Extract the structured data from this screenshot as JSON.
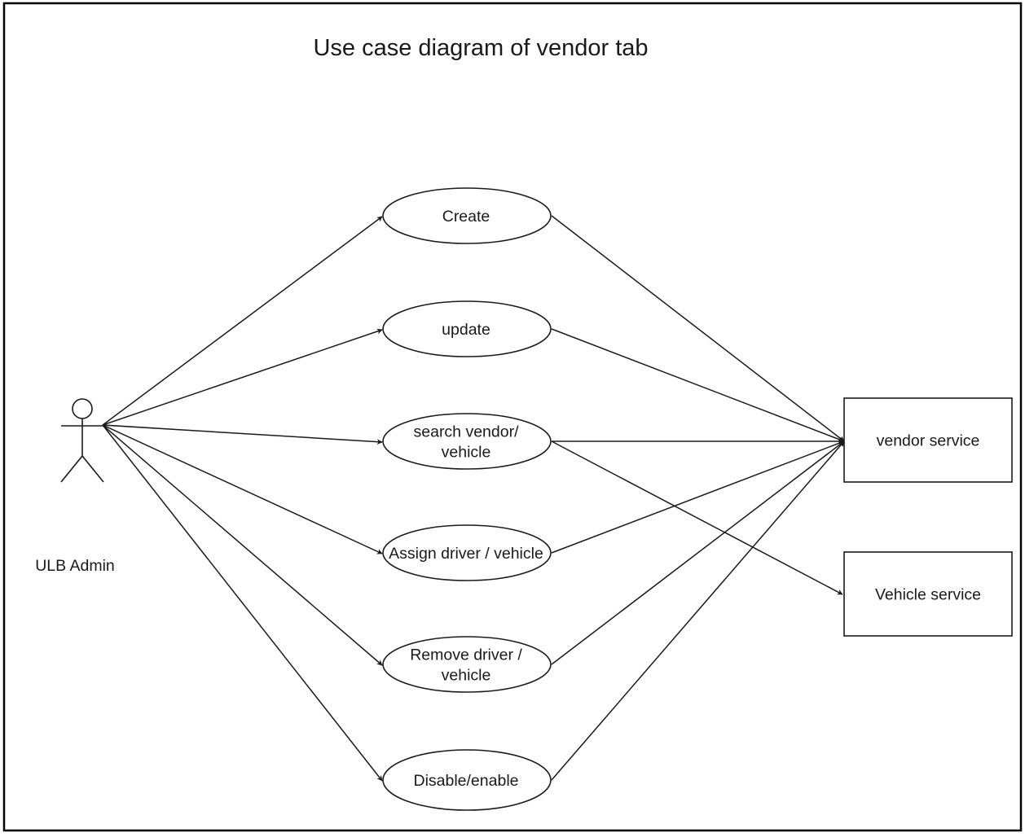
{
  "title": "Use case diagram of vendor tab",
  "actor": {
    "name": "ULB Admin",
    "icon": "stick-figure-actor-icon"
  },
  "use_cases": [
    {
      "id": "create",
      "lines": [
        "Create"
      ]
    },
    {
      "id": "update",
      "lines": [
        "update"
      ]
    },
    {
      "id": "search",
      "lines": [
        "search vendor/",
        "vehicle"
      ]
    },
    {
      "id": "assign",
      "lines": [
        "Assign driver / vehicle"
      ]
    },
    {
      "id": "remove",
      "lines": [
        "Remove driver /",
        "vehicle"
      ]
    },
    {
      "id": "disable",
      "lines": [
        "Disable/enable"
      ]
    }
  ],
  "systems": [
    {
      "id": "vendor-service",
      "label": "vendor service"
    },
    {
      "id": "vehicle-service",
      "label": "Vehicle service"
    }
  ],
  "relations": [
    {
      "from": "actor",
      "to": "create"
    },
    {
      "from": "actor",
      "to": "update"
    },
    {
      "from": "actor",
      "to": "search"
    },
    {
      "from": "actor",
      "to": "assign"
    },
    {
      "from": "actor",
      "to": "remove"
    },
    {
      "from": "actor",
      "to": "disable"
    },
    {
      "from": "create",
      "to": "vendor-service"
    },
    {
      "from": "update",
      "to": "vendor-service"
    },
    {
      "from": "search",
      "to": "vendor-service"
    },
    {
      "from": "search",
      "to": "vehicle-service"
    },
    {
      "from": "assign",
      "to": "vendor-service"
    },
    {
      "from": "remove",
      "to": "vendor-service"
    },
    {
      "from": "disable",
      "to": "vendor-service"
    }
  ],
  "colors": {
    "stroke": "#1a1a1a",
    "background": "#ffffff"
  }
}
